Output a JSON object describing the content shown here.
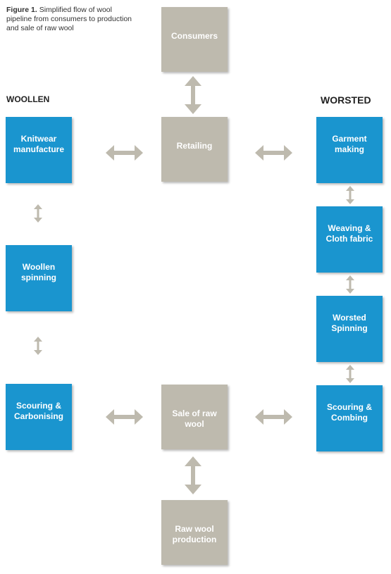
{
  "figure": {
    "label": "Figure 1.",
    "caption": "Simplified flow of wool pipeline from consumers to production and sale of raw wool"
  },
  "columns": {
    "left": "WOOLLEN",
    "right": "WORSTED"
  },
  "boxes": {
    "consumers": "Consumers",
    "retailing": "Retailing",
    "sale_raw_wool": "Sale of raw\nwool",
    "raw_wool_production": "Raw wool\nproduction",
    "knitwear": "Knitwear\nmanufacture",
    "woollen_spinning": "Woollen\nspinning",
    "scouring_carbonising": "Scouring &\nCarbonising",
    "garment_making": "Garment\nmaking",
    "weaving_cloth": "Weaving &\nCloth fabric",
    "worsted_spinning": "Worsted\nSpinning",
    "scouring_combing": "Scouring &\nCombing"
  },
  "colors": {
    "blue_box": "#1a95cf",
    "grey_box": "#bebaae",
    "arrow": "#bebaae"
  }
}
